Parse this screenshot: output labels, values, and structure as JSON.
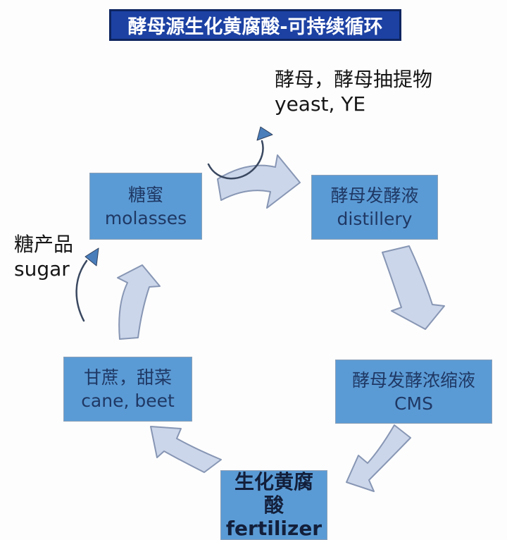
{
  "title": "酵母源生化黄腐酸-可持续循环",
  "annotations": {
    "yeast": {
      "line1": "酵母，酵母抽提物",
      "line2": "yeast, YE"
    },
    "sugar": {
      "line1": "糖产品",
      "line2": "sugar"
    }
  },
  "nodes": {
    "molasses": {
      "line1": "糖蜜",
      "line2": "molasses"
    },
    "distillery": {
      "line1": "酵母发酵液",
      "line2": "distillery"
    },
    "cms": {
      "line1": "酵母发酵浓缩液",
      "line2": "CMS"
    },
    "cane_beet": {
      "line1": "甘蔗，甜菜",
      "line2": "cane, beet"
    },
    "fertilizer": {
      "line1": "生化黄腐",
      "line2": "酸",
      "line3": "fertilizer"
    }
  },
  "arrows": [
    {
      "type": "block",
      "from": "molasses",
      "to": "distillery"
    },
    {
      "type": "block",
      "from": "distillery",
      "to": "cms"
    },
    {
      "type": "block",
      "from": "cms",
      "to": "fertilizer"
    },
    {
      "type": "block",
      "from": "fertilizer",
      "to": "cane_beet"
    },
    {
      "type": "block",
      "from": "cane_beet",
      "to": "molasses"
    },
    {
      "type": "thin",
      "from": "distillery-process",
      "to": "yeast-label"
    },
    {
      "type": "thin",
      "from": "molasses-process",
      "to": "sugar-label"
    }
  ],
  "colors": {
    "banner_bg": "#1c41a3",
    "banner_border": "#0e2560",
    "banner_text": "#ffffff",
    "box_fill": "#5b9bd5",
    "box_border": "#8aa0b8",
    "box_text": "#1f3864",
    "block_arrow_fill": "#ccd6ea",
    "block_arrow_stroke": "#8796b4",
    "thin_arrow_stroke": "#3a4860",
    "thin_arrow_head": "#4a7ebb"
  }
}
